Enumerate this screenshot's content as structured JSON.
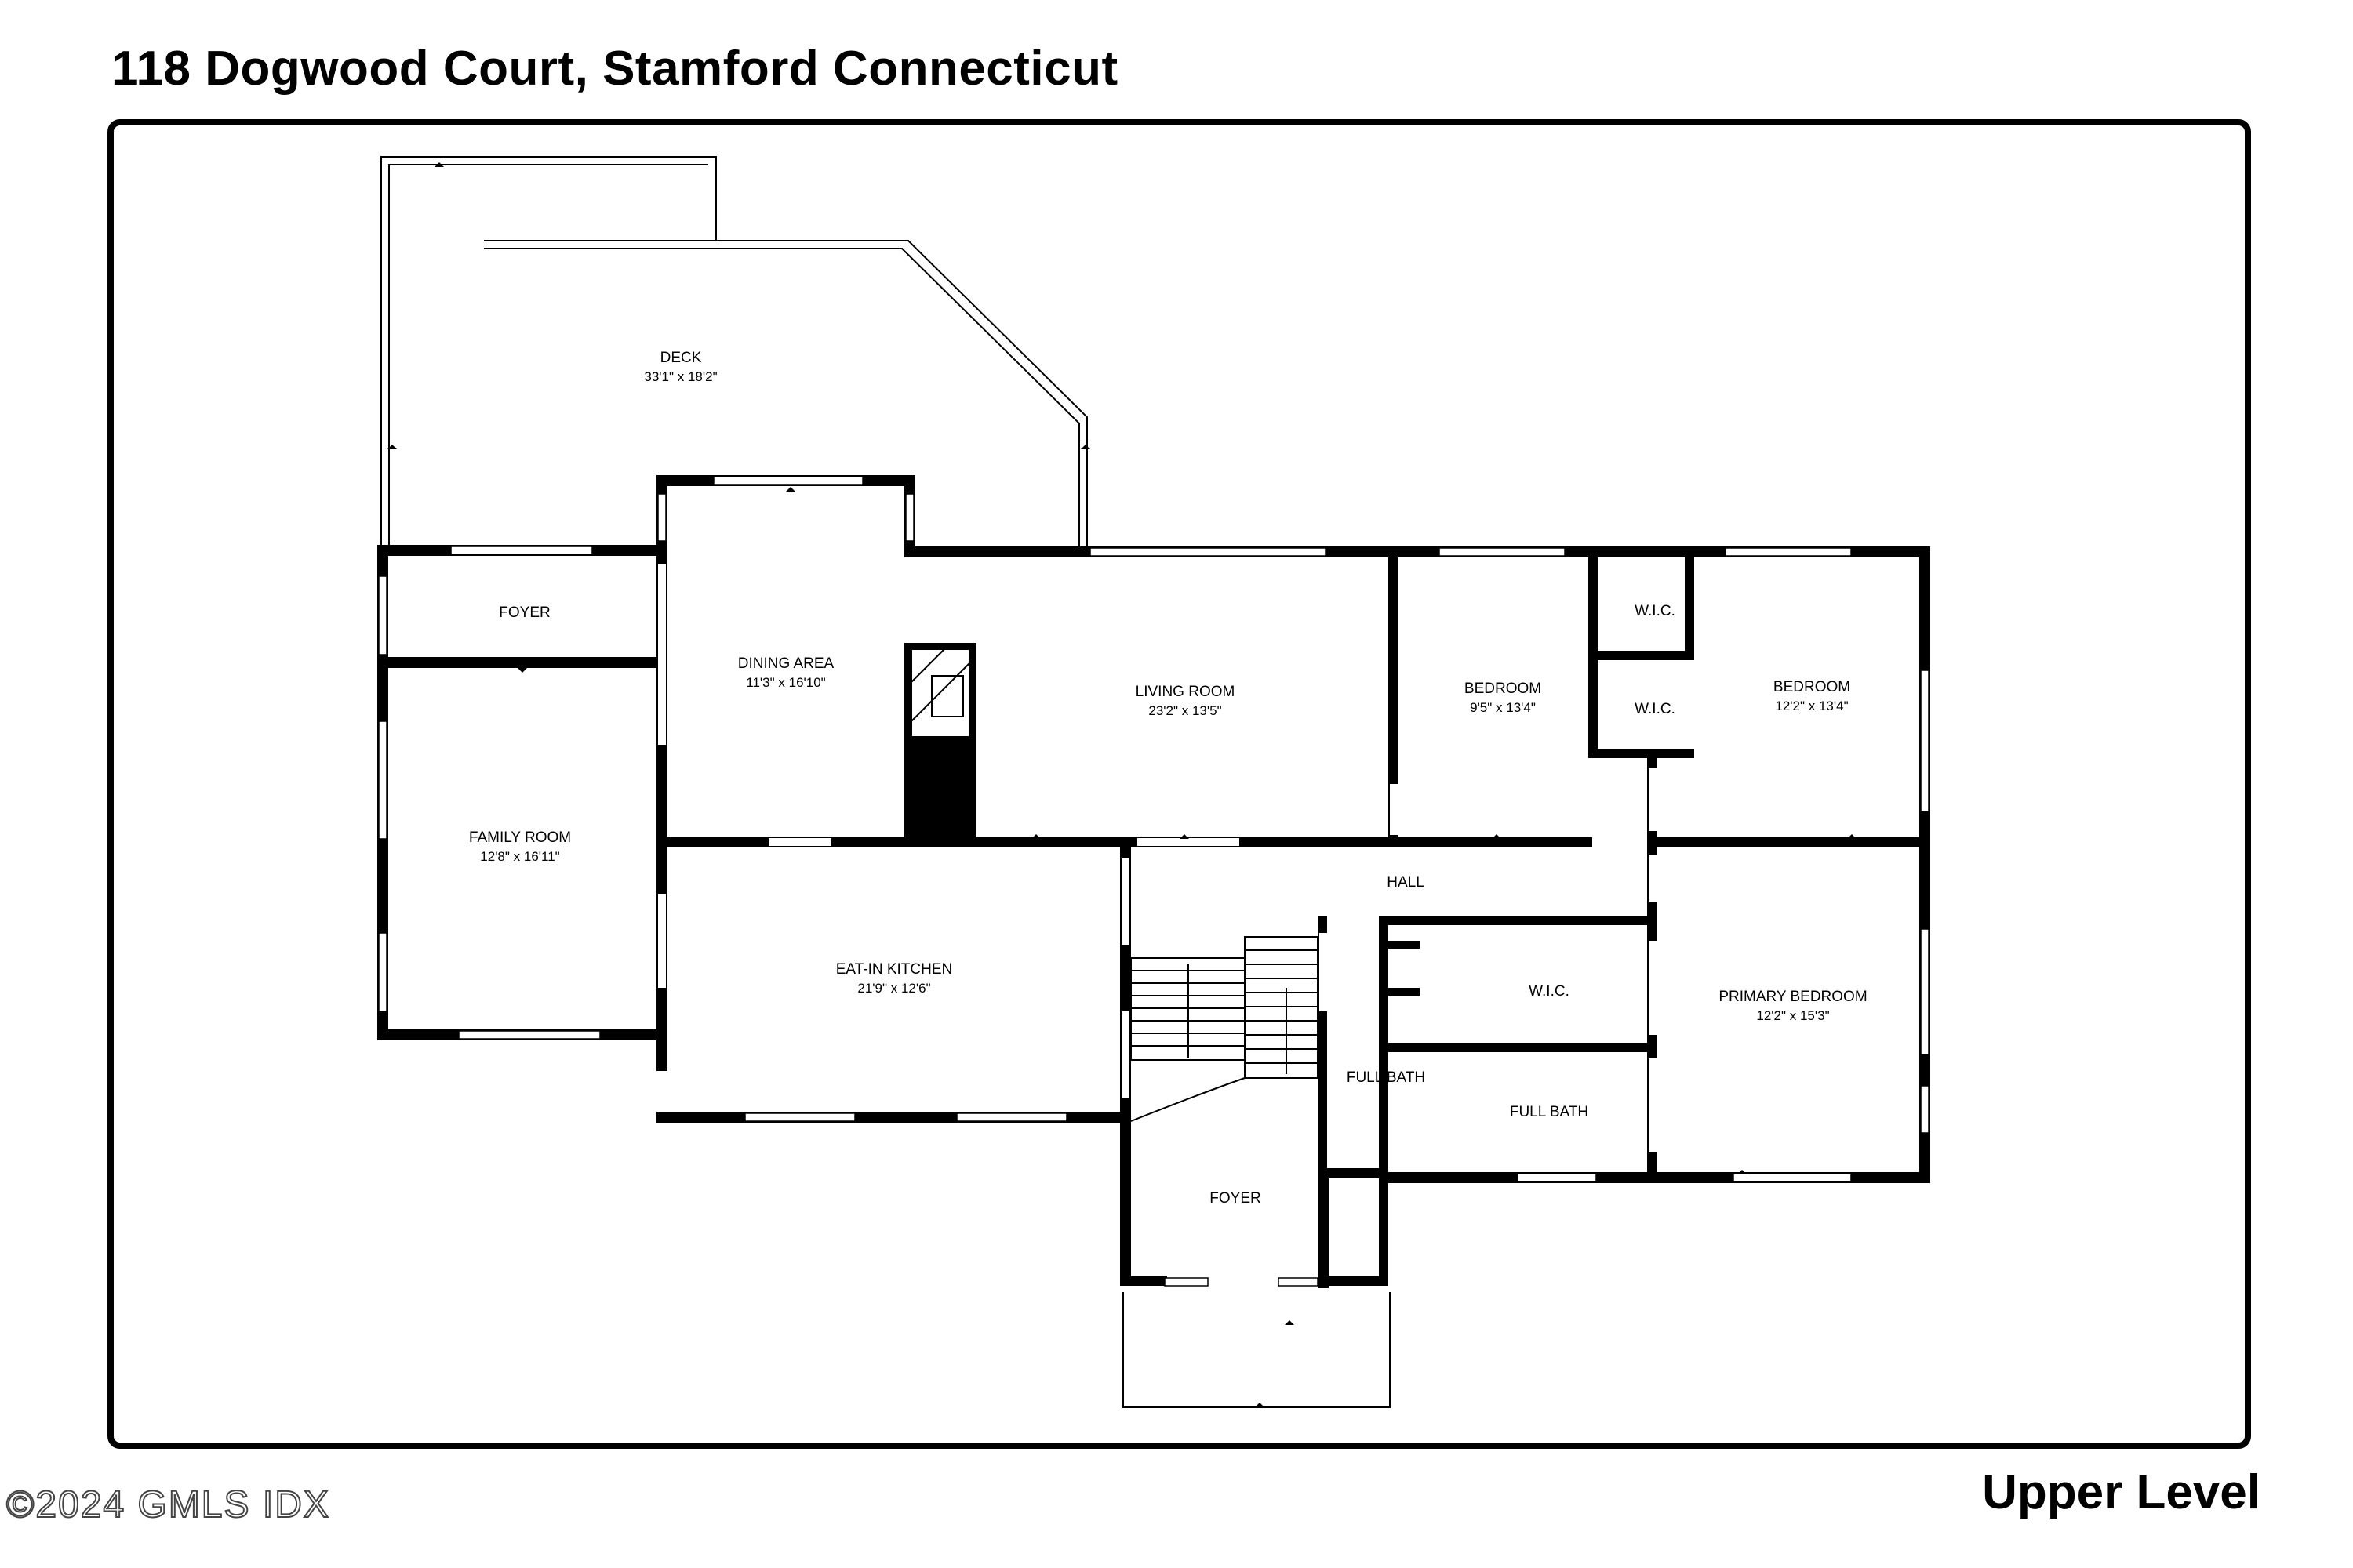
{
  "header": {
    "title": "118 Dogwood Court, Stamford Connecticut"
  },
  "footer": {
    "level": "Upper Level",
    "copyright": "©2024 GMLS IDX"
  },
  "rooms": {
    "deck": {
      "name": "DECK",
      "dims": "33'1\" x 18'2\""
    },
    "foyer_upper": {
      "name": "FOYER"
    },
    "dining_area": {
      "name": "DINING AREA",
      "dims": "11'3\" x 16'10\""
    },
    "living_room": {
      "name": "LIVING ROOM",
      "dims": "23'2\" x 13'5\""
    },
    "bedroom_1": {
      "name": "BEDROOM",
      "dims": "9'5\" x 13'4\""
    },
    "wic_1": {
      "name": "W.I.C."
    },
    "wic_2": {
      "name": "W.I.C."
    },
    "bedroom_2": {
      "name": "BEDROOM",
      "dims": "12'2\" x 13'4\""
    },
    "family_room": {
      "name": "FAMILY ROOM",
      "dims": "12'8\" x 16'11\""
    },
    "hall": {
      "name": "HALL"
    },
    "eat_in_kitchen": {
      "name": "EAT-IN KITCHEN",
      "dims": "21'9\" x 12'6\""
    },
    "wic_3": {
      "name": "W.I.C."
    },
    "primary_bedroom": {
      "name": "PRIMARY BEDROOM",
      "dims": "12'2\" x 15'3\""
    },
    "full_bath_1": {
      "name": "FULL BATH"
    },
    "full_bath_2": {
      "name": "FULL BATH"
    },
    "foyer_entry": {
      "name": "FOYER"
    }
  }
}
